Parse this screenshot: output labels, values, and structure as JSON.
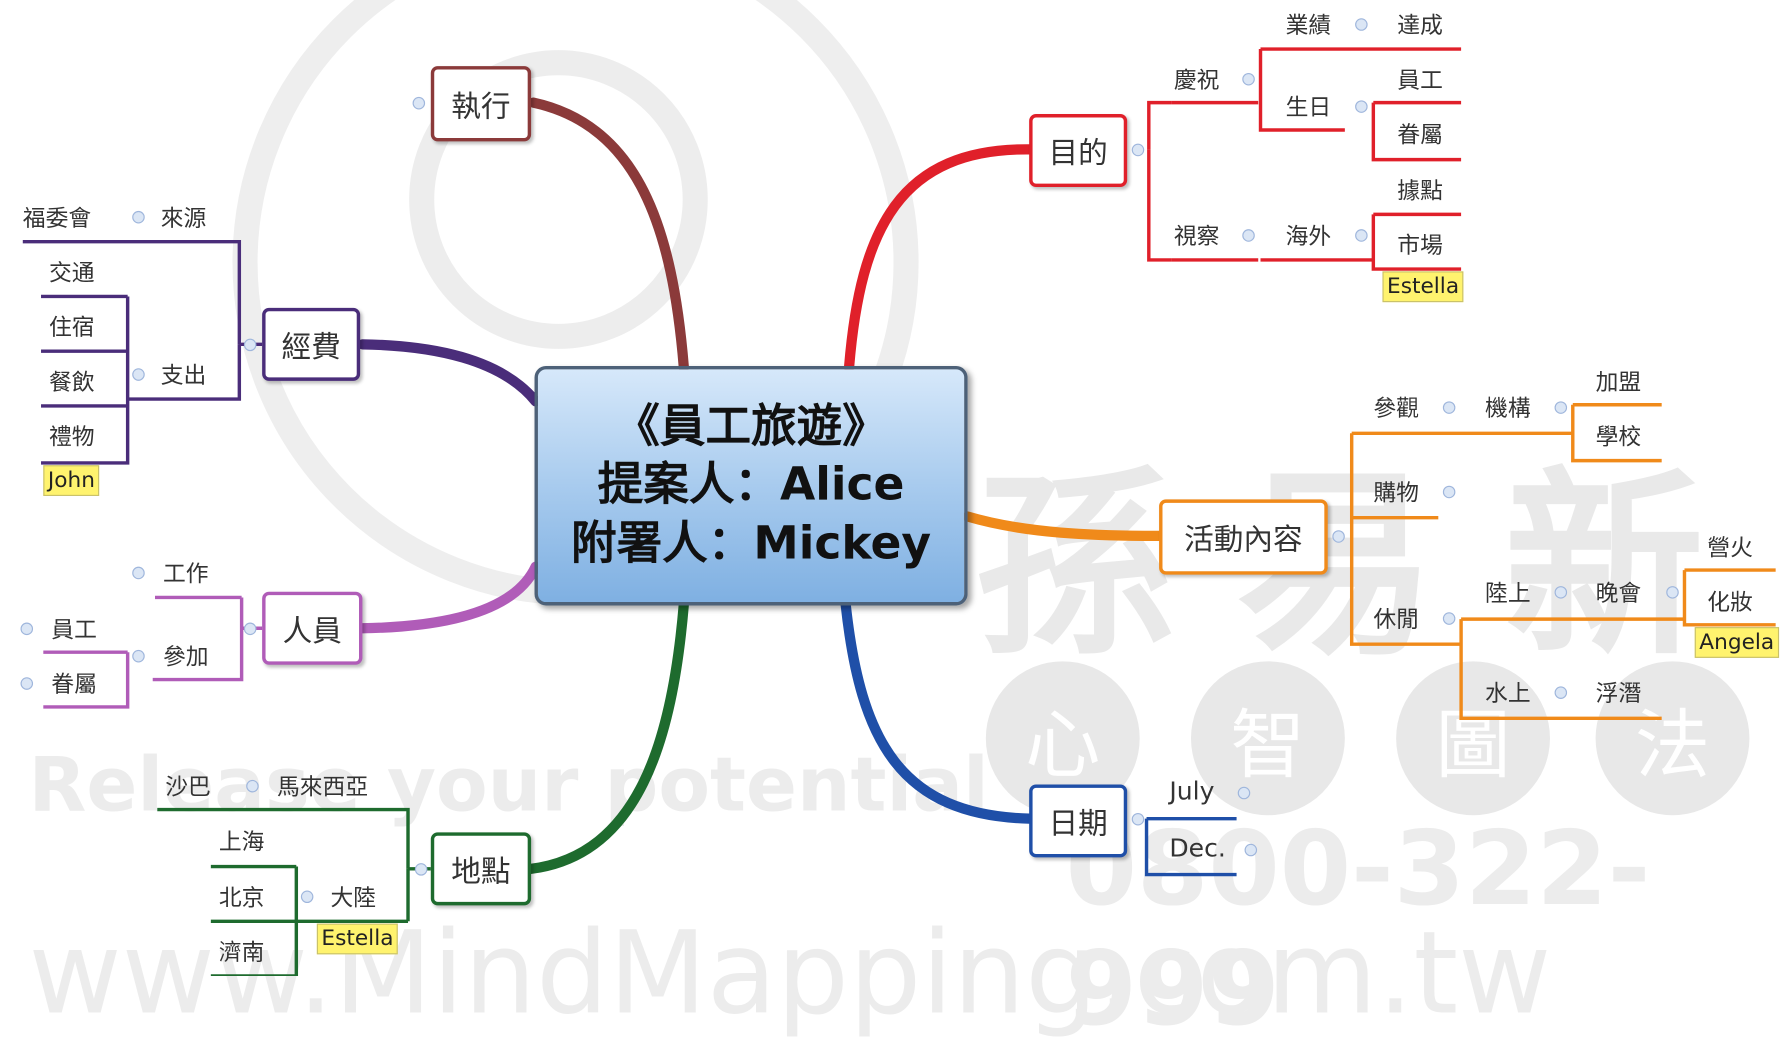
{
  "center": {
    "title": "《員工旅遊》",
    "line2": "提案人：Alice",
    "line3": "附署人：Mickey"
  },
  "watermark": {
    "brand_chars": [
      "孫",
      "易",
      "新"
    ],
    "circle_chars": [
      "心",
      "智",
      "圖",
      "法"
    ],
    "slogan": "Release your potential",
    "phone": "0800-322-999",
    "url": "www.MindMapping.com.tw"
  },
  "branches": {
    "purpose": {
      "label": "目的",
      "color": "#e0202a",
      "celebrate": "慶祝",
      "performance": "業績",
      "achieve": "達成",
      "birthday": "生日",
      "employee": "員工",
      "family": "眷屬",
      "inspect": "視察",
      "overseas": "海外",
      "base": "據點",
      "market": "市場",
      "tag": "Estella"
    },
    "activity": {
      "label": "活動內容",
      "color": "#f08a1a",
      "visit": "參觀",
      "institution": "機構",
      "franchise": "加盟",
      "school": "學校",
      "shopping": "購物",
      "leisure": "休閒",
      "land": "陸上",
      "party": "晚會",
      "bonfire": "營火",
      "makeup": "化妝",
      "tag": "Angela",
      "water": "水上",
      "diving": "浮潛"
    },
    "date": {
      "label": "日期",
      "color": "#1f4fa8",
      "july": "July",
      "dec": "Dec."
    },
    "place": {
      "label": "地點",
      "color": "#1e6b2e",
      "sabah": "沙巴",
      "malaysia": "馬來西亞",
      "shanghai": "上海",
      "mainland": "大陸",
      "beijing": "北京",
      "jinan": "濟南",
      "tag": "Estella"
    },
    "people": {
      "label": "人員",
      "color": "#b05cb8",
      "work": "工作",
      "join": "參加",
      "employee": "員工",
      "family": "眷屬"
    },
    "budget": {
      "label": "經費",
      "color": "#4a2d7a",
      "welfare": "福委會",
      "source": "來源",
      "expense": "支出",
      "transport": "交通",
      "lodging": "住宿",
      "dining": "餐飲",
      "gift": "禮物",
      "tag": "John"
    },
    "execute": {
      "label": "執行",
      "color": "#8b3a3a"
    }
  }
}
